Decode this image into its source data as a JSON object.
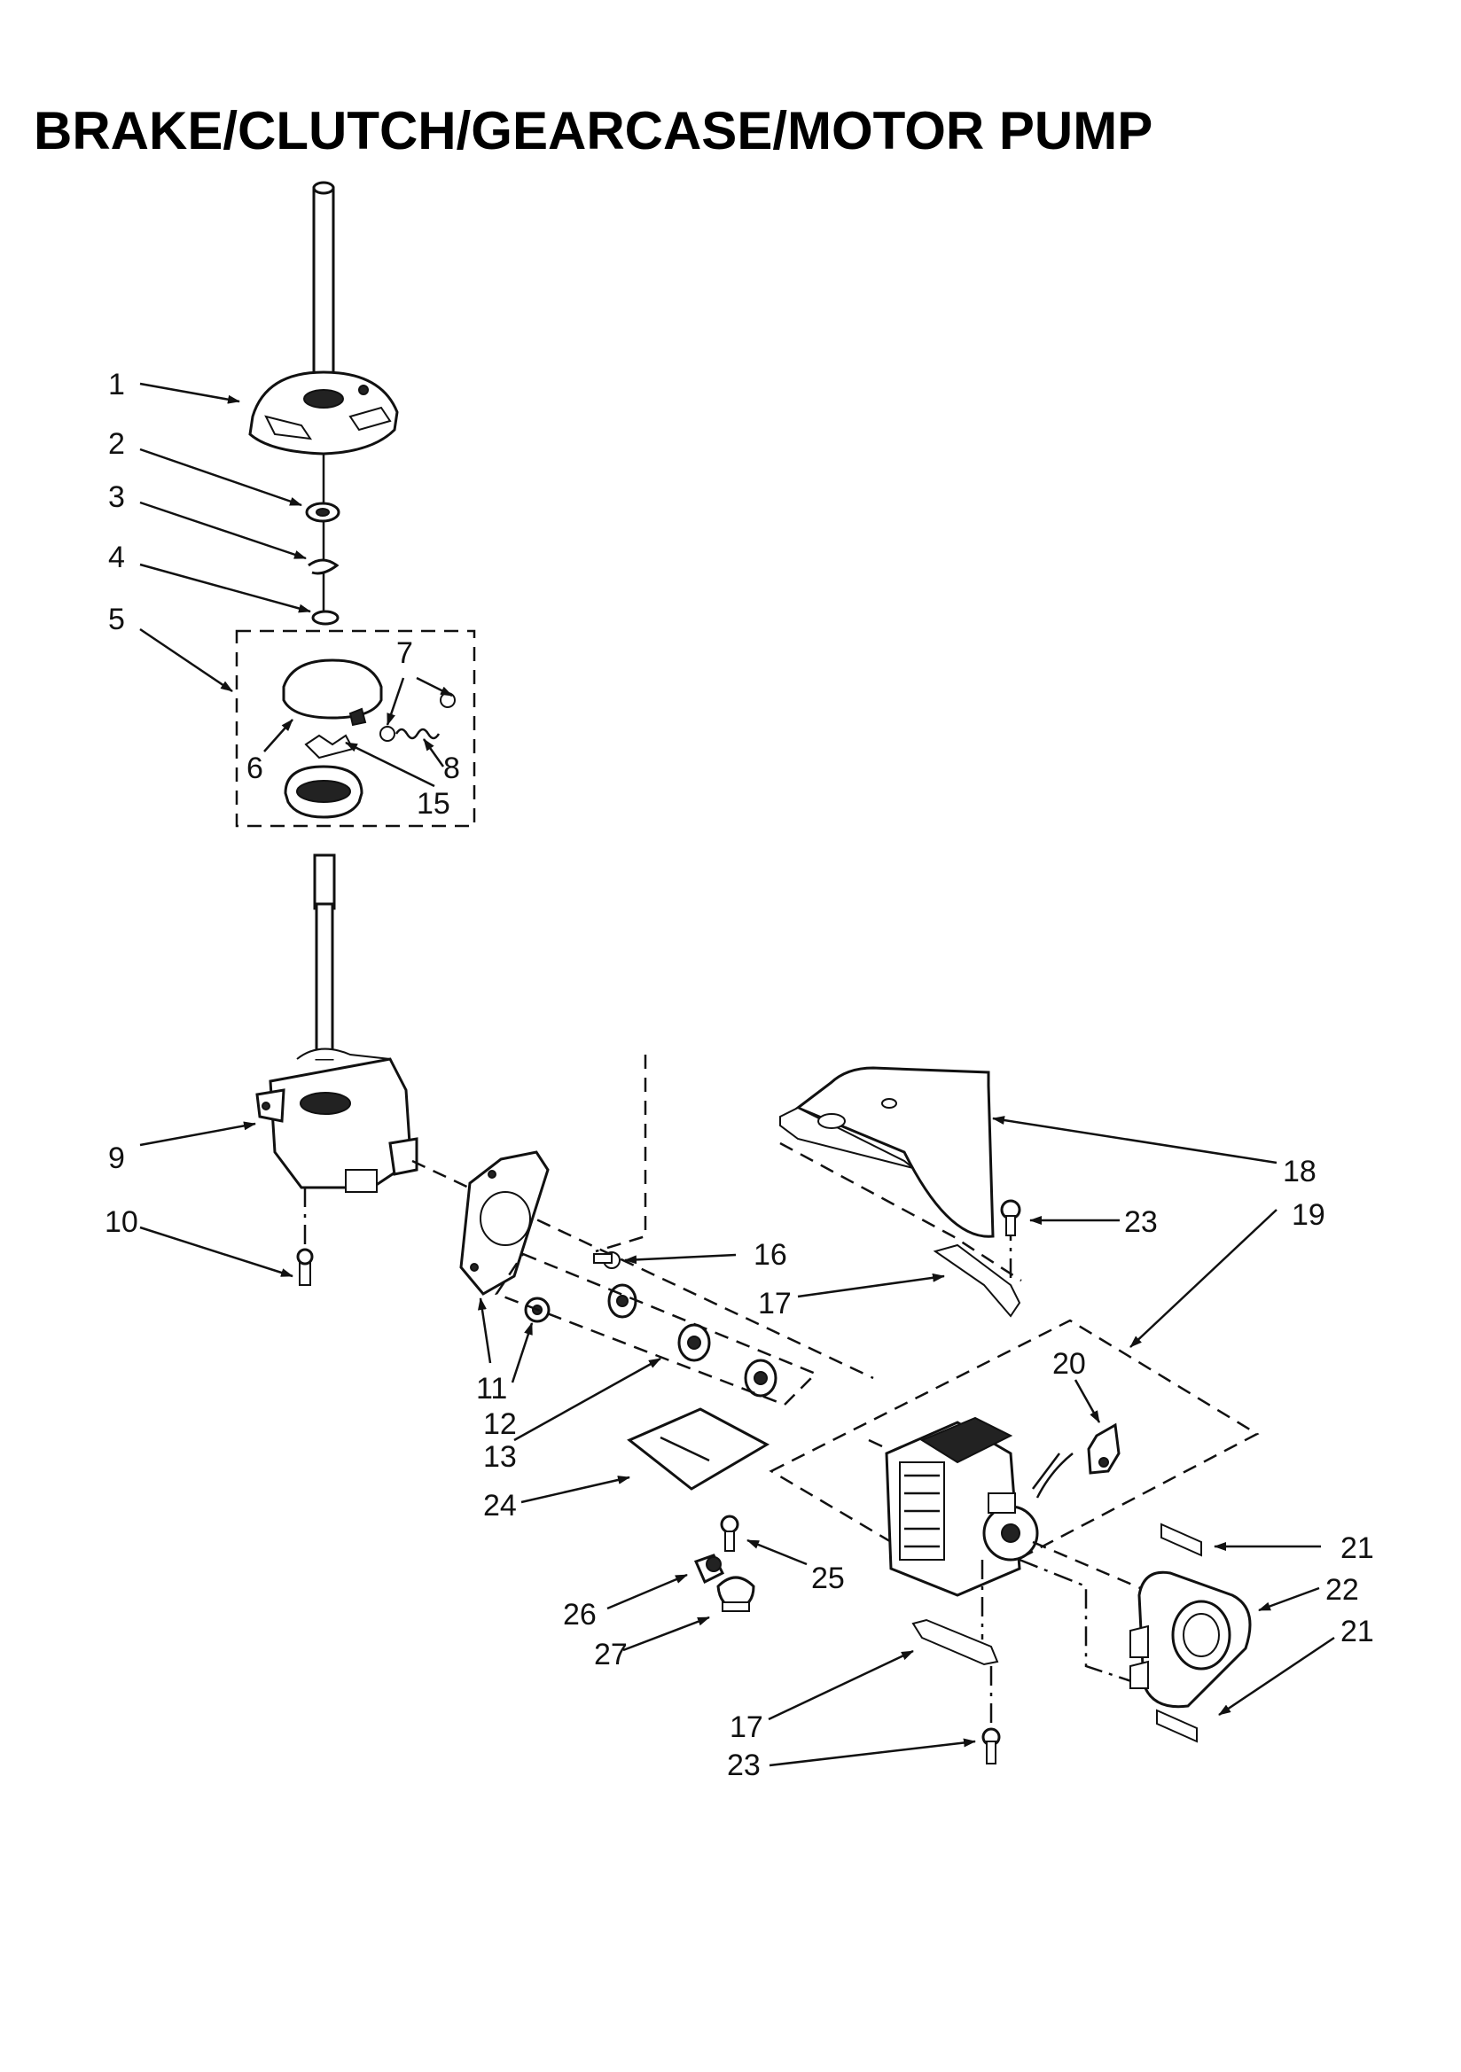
{
  "title": "BRAKE/CLUTCH/GEARCASE/MOTOR PUMP",
  "callouts": {
    "c1": "1",
    "c2": "2",
    "c3": "3",
    "c4": "4",
    "c5": "5",
    "c6": "6",
    "c7": "7",
    "c8": "8",
    "c9": "9",
    "c10": "10",
    "c11": "11",
    "c12": "12",
    "c13": "13",
    "c15": "15",
    "c16": "16",
    "c17a": "17",
    "c17b": "17",
    "c18": "18",
    "c19": "19",
    "c20": "20",
    "c21a": "21",
    "c21b": "21",
    "c22": "22",
    "c23a": "23",
    "c23b": "23",
    "c24": "24",
    "c25": "25",
    "c26": "26",
    "c27": "27"
  }
}
